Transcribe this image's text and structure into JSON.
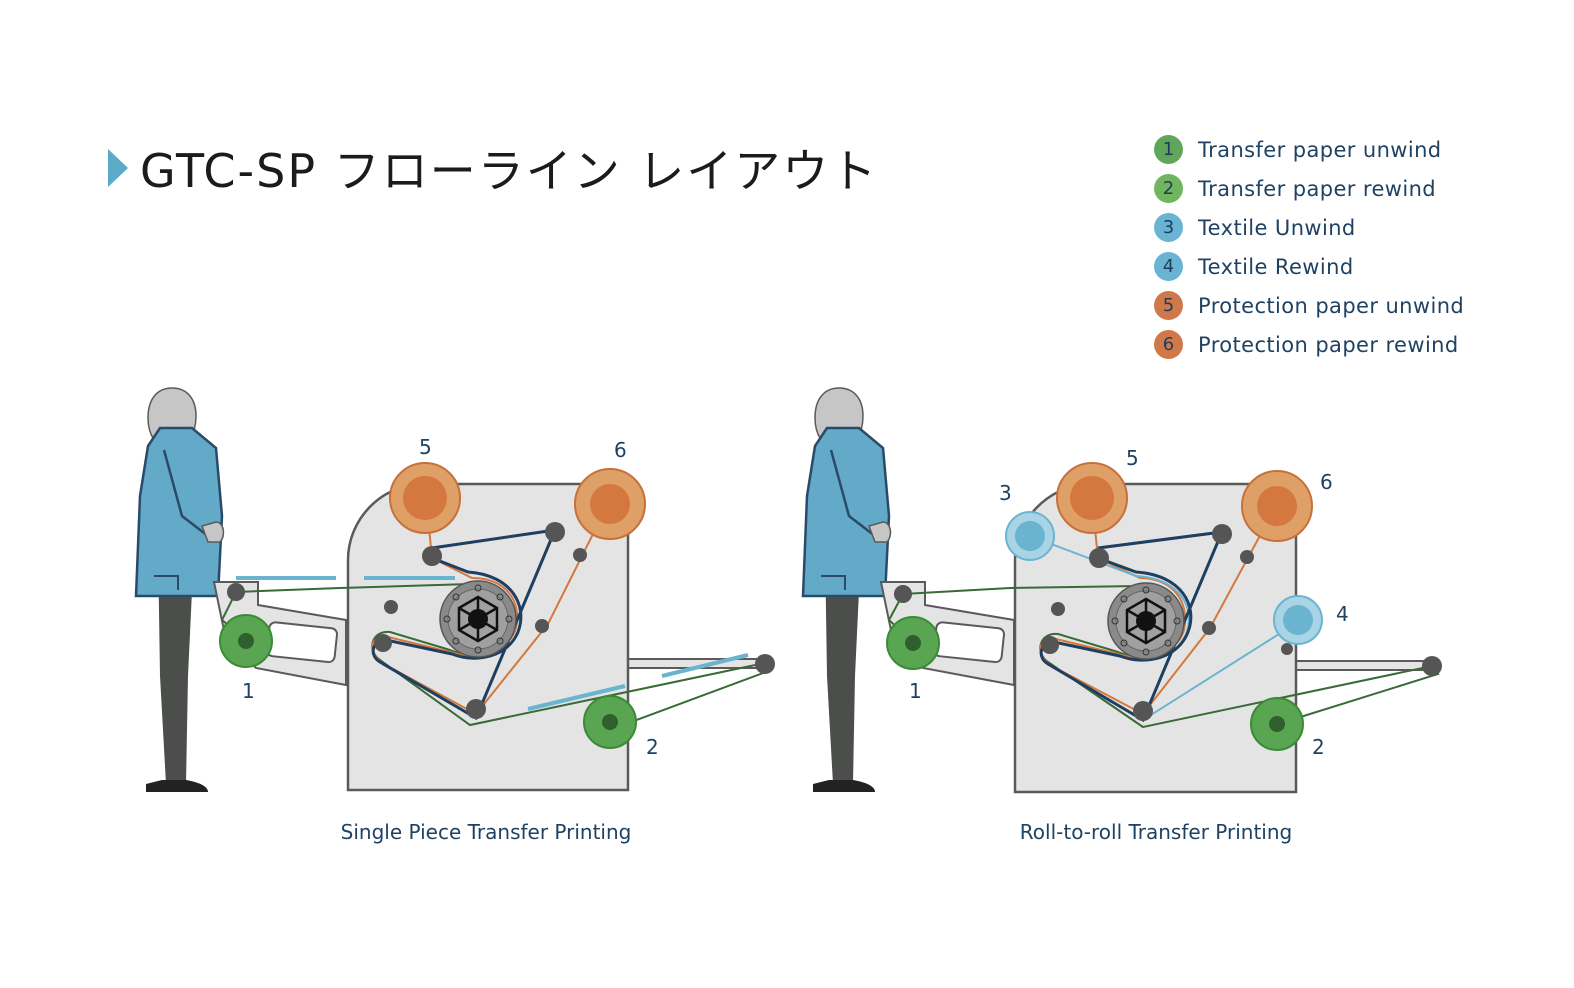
{
  "title": "GTC-SP フローライン レイアウト",
  "legend": [
    {
      "num": "1",
      "label": "Transfer paper unwind",
      "color": "#5fa65a"
    },
    {
      "num": "2",
      "label": "Transfer paper rewind",
      "color": "#6fb65f"
    },
    {
      "num": "3",
      "label": "Textile Unwind",
      "color": "#68b4d2"
    },
    {
      "num": "4",
      "label": "Textile Rewind",
      "color": "#68b4d2"
    },
    {
      "num": "5",
      "label": "Protection paper unwind",
      "color": "#d0784a"
    },
    {
      "num": "6",
      "label": "Protection paper rewind",
      "color": "#d0784a"
    }
  ],
  "layouts": {
    "single": {
      "caption": "Single Piece Transfer Printing",
      "roll_labels": {
        "r1": "1",
        "r2": "2",
        "r5": "5",
        "r6": "6"
      }
    },
    "roll": {
      "caption": "Roll-to-roll Transfer Printing",
      "roll_labels": {
        "r1": "1",
        "r2": "2",
        "r3": "3",
        "r4": "4",
        "r5": "5",
        "r6": "6"
      }
    }
  },
  "colors": {
    "green": "#5aa552",
    "green_line": "#3a6a35",
    "blue": "#6ab4d0",
    "orange": "#d4783f",
    "orange_outer": "#dfa068",
    "navy": "#1f3f60",
    "machine": "#e4e4e4",
    "machine_stroke": "#5a5a5a",
    "jacket": "#63aac8",
    "pants": "#4c4e4b",
    "skin": "#c8c8c8"
  }
}
